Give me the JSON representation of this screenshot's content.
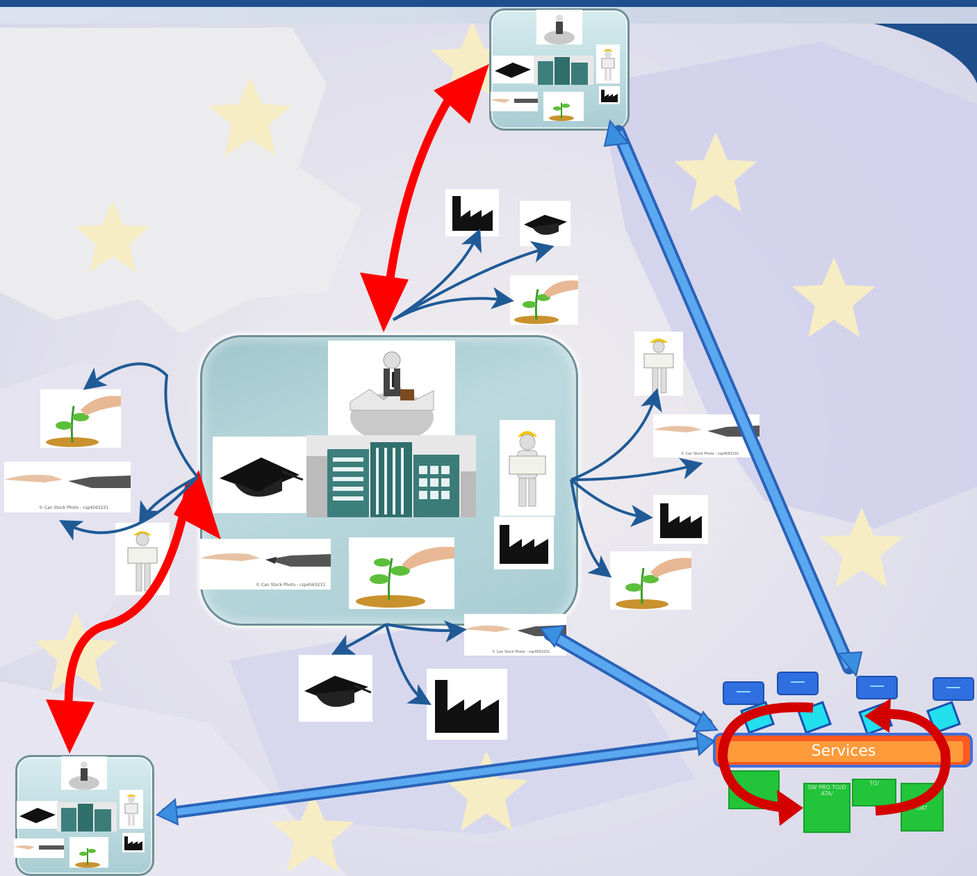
{
  "services": {
    "label": "Services",
    "boxes": [
      "SW PRO TO/D ATA/",
      "TO/",
      "DAT"
    ]
  },
  "colors": {
    "red_arrow": "#ff0000",
    "blue_arrow": "#3b8fe0",
    "thin_arrow": "#1f5a96",
    "hub_fill": "#a8cdd3",
    "services_bar": "#ff5a1f",
    "services_inner": "#ff9a3a",
    "green_box": "#22c43a"
  },
  "icons": {
    "incubator": "person-hatching-egg-icon",
    "university": "graduation-cap-icon",
    "city": "city-buildings-icon",
    "worker": "worker-with-helmet-icon",
    "factory": "factory-icon",
    "investment": "hand-planting-coins-icon",
    "robot": "human-robot-hands-icon"
  },
  "watermark": "© Can Stock Photo - csp4563231"
}
